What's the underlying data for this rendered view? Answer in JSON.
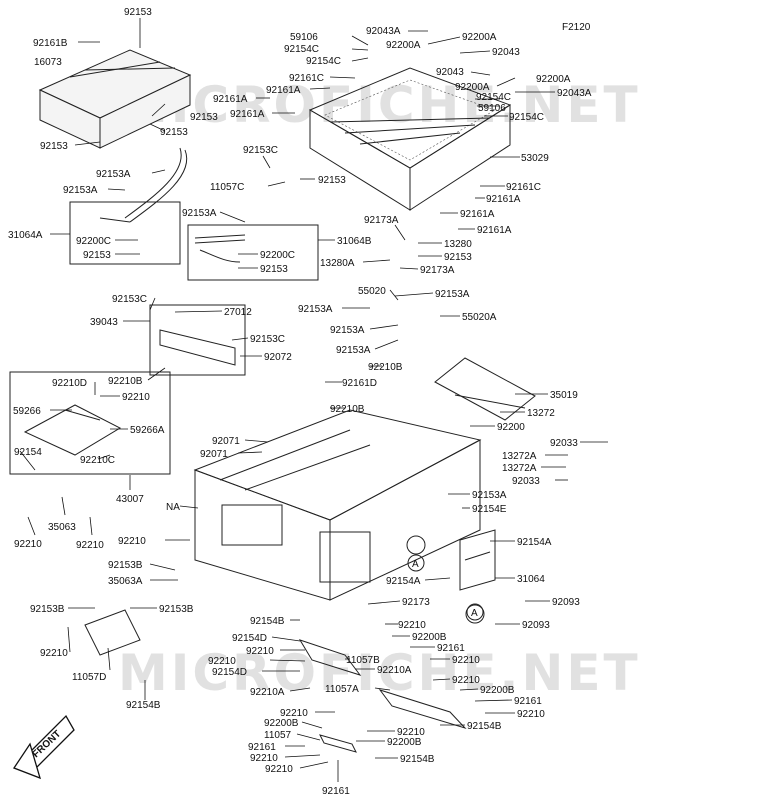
{
  "figure_code": "F2120",
  "watermarks": [
    "MICROFICHE.NET",
    "MICROFICHE.NET"
  ],
  "front_label": "FRONT",
  "callouts": [
    {
      "text": "92153"
    },
    {
      "text": "92161B"
    },
    {
      "text": "16073"
    },
    {
      "text": "92153"
    },
    {
      "text": "92153"
    },
    {
      "text": "92153"
    },
    {
      "text": "92153A"
    },
    {
      "text": "92153A"
    },
    {
      "text": "31064A"
    },
    {
      "text": "92200C"
    },
    {
      "text": "92153"
    },
    {
      "text": "92153C"
    },
    {
      "text": "11057C"
    },
    {
      "text": "92153"
    },
    {
      "text": "92153A"
    },
    {
      "text": "31064B"
    },
    {
      "text": "92200C"
    },
    {
      "text": "92153"
    },
    {
      "text": "59106"
    },
    {
      "text": "92154C"
    },
    {
      "text": "92154C"
    },
    {
      "text": "92043A"
    },
    {
      "text": "92200A"
    },
    {
      "text": "92200A"
    },
    {
      "text": "92043"
    },
    {
      "text": "92161C"
    },
    {
      "text": "92161A"
    },
    {
      "text": "92161A"
    },
    {
      "text": "92161A"
    },
    {
      "text": "92043"
    },
    {
      "text": "92200A"
    },
    {
      "text": "92200A"
    },
    {
      "text": "92043A"
    },
    {
      "text": "92154C"
    },
    {
      "text": "59106"
    },
    {
      "text": "92154C"
    },
    {
      "text": "53029"
    },
    {
      "text": "92161C"
    },
    {
      "text": "92161A"
    },
    {
      "text": "92161A"
    },
    {
      "text": "92161A"
    },
    {
      "text": "92173A"
    },
    {
      "text": "13280"
    },
    {
      "text": "13280A"
    },
    {
      "text": "92153"
    },
    {
      "text": "92173A"
    },
    {
      "text": "55020"
    },
    {
      "text": "92153A"
    },
    {
      "text": "92153A"
    },
    {
      "text": "92153A"
    },
    {
      "text": "55020A"
    },
    {
      "text": "92153A"
    },
    {
      "text": "92153C"
    },
    {
      "text": "39043"
    },
    {
      "text": "27012"
    },
    {
      "text": "92153C"
    },
    {
      "text": "92072"
    },
    {
      "text": "92210B"
    },
    {
      "text": "92210B"
    },
    {
      "text": "92161D"
    },
    {
      "text": "92210B"
    },
    {
      "text": "35019"
    },
    {
      "text": "13272"
    },
    {
      "text": "92200"
    },
    {
      "text": "92210D"
    },
    {
      "text": "92210"
    },
    {
      "text": "59266"
    },
    {
      "text": "59266A"
    },
    {
      "text": "92154"
    },
    {
      "text": "92210C"
    },
    {
      "text": "43007"
    },
    {
      "text": "35063"
    },
    {
      "text": "92210"
    },
    {
      "text": "92210"
    },
    {
      "text": "92071"
    },
    {
      "text": "92071"
    },
    {
      "text": "NA"
    },
    {
      "text": "92033"
    },
    {
      "text": "13272A"
    },
    {
      "text": "13272A"
    },
    {
      "text": "92033"
    },
    {
      "text": "92153A"
    },
    {
      "text": "92154E"
    },
    {
      "text": "92210"
    },
    {
      "text": "92153B"
    },
    {
      "text": "35063A"
    },
    {
      "text": "92154A"
    },
    {
      "text": "92154A"
    },
    {
      "text": "31064"
    },
    {
      "text": "A"
    },
    {
      "text": "92173"
    },
    {
      "text": "92093"
    },
    {
      "text": "A"
    },
    {
      "text": "92093"
    },
    {
      "text": "92153B"
    },
    {
      "text": "92153B"
    },
    {
      "text": "92210"
    },
    {
      "text": "11057D"
    },
    {
      "text": "92154B"
    },
    {
      "text": "92154B"
    },
    {
      "text": "92154D"
    },
    {
      "text": "92210"
    },
    {
      "text": "92210"
    },
    {
      "text": "92154D"
    },
    {
      "text": "92210A"
    },
    {
      "text": "92210"
    },
    {
      "text": "92200B"
    },
    {
      "text": "92161"
    },
    {
      "text": "11057B"
    },
    {
      "text": "92210A"
    },
    {
      "text": "92210"
    },
    {
      "text": "11057A"
    },
    {
      "text": "92210"
    },
    {
      "text": "92200B"
    },
    {
      "text": "92161"
    },
    {
      "text": "92210"
    },
    {
      "text": "92154B"
    },
    {
      "text": "92210"
    },
    {
      "text": "92200B"
    },
    {
      "text": "11057"
    },
    {
      "text": "92161"
    },
    {
      "text": "92210"
    },
    {
      "text": "92210"
    },
    {
      "text": "92210"
    },
    {
      "text": "92200B"
    },
    {
      "text": "92154B"
    },
    {
      "text": "92161"
    }
  ]
}
